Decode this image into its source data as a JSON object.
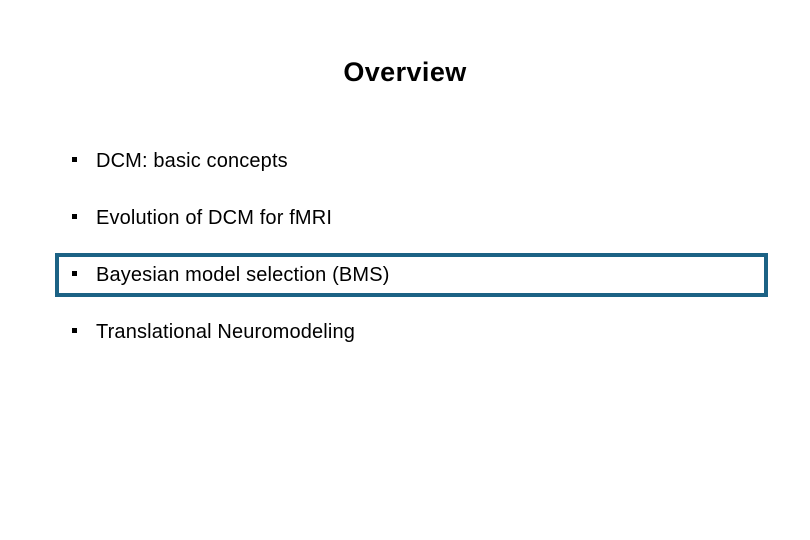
{
  "slide": {
    "title": "Overview",
    "background_color": "#ffffff",
    "text_color": "#000000",
    "highlight_color": "#1c6285",
    "bullet_marker": "·",
    "bullets": [
      {
        "label": "DCM: basic concepts",
        "highlighted": false
      },
      {
        "label": "Evolution of DCM for fMRI",
        "highlighted": false
      },
      {
        "label": "Bayesian model selection (BMS)",
        "highlighted": true
      },
      {
        "label": "Translational Neuromodeling",
        "highlighted": false
      }
    ]
  }
}
